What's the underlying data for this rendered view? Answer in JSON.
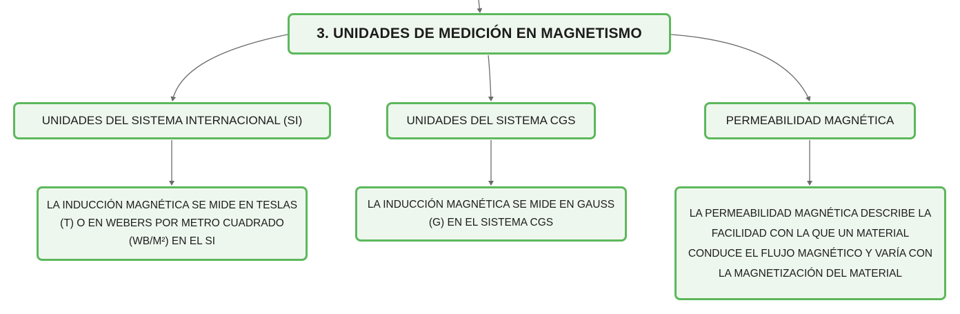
{
  "colors": {
    "node_border": "#5cb85c",
    "node_fill": "#eef7ee",
    "connector": "#6b6b6b",
    "text": "#1c1c1c"
  },
  "root": {
    "label": "3. UNIDADES DE MEDICIÓN EN MAGNETISMO"
  },
  "branches": [
    {
      "label": "UNIDADES DEL SISTEMA INTERNACIONAL (SI)",
      "detail": "LA INDUCCIÓN MAGNÉTICA SE MIDE EN TESLAS (T) O EN WEBERS POR METRO CUADRADO (WB/M²) EN EL SI"
    },
    {
      "label": "UNIDADES DEL SISTEMA CGS",
      "detail": "LA INDUCCIÓN MAGNÉTICA SE MIDE EN GAUSS (G) EN EL SISTEMA CGS"
    },
    {
      "label": "PERMEABILIDAD MAGNÉTICA",
      "detail": "LA PERMEABILIDAD MAGNÉTICA DESCRIBE LA FACILIDAD CON LA QUE UN MATERIAL CONDUCE EL FLUJO MAGNÉTICO Y VARÍA CON LA MAGNETIZACIÓN DEL MATERIAL"
    }
  ]
}
